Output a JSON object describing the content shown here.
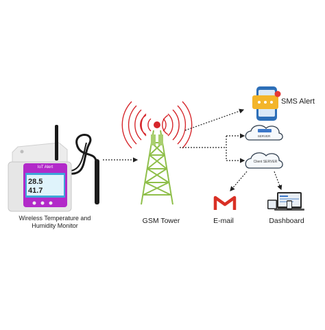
{
  "labels": {
    "device_line1": "Wireless Temperature and",
    "device_line2": "Humidity Monitor",
    "gsm_tower": "GSM Tower",
    "email": "E-mail",
    "dashboard": "Dashboard",
    "sms_alert": "SMS Alert"
  },
  "device": {
    "header": "IoT Alert",
    "temperature": "28.5",
    "humidity": "41.7"
  },
  "servers": {
    "cloud_server": "SERVER",
    "client_server": "Client SERVER"
  },
  "icons": [
    "iot-monitor-icon",
    "gsm-tower-icon",
    "sms-phone-icon",
    "cloud-server-icon",
    "client-server-icon",
    "gmail-icon",
    "dashboard-devices-icon"
  ],
  "colors": {
    "device_purple": "#b22ac9",
    "tower_red": "#d6262b",
    "tower_green": "#8fbf4a",
    "phone_blue": "#2d6fb8",
    "gmail_red": "#d93025"
  }
}
